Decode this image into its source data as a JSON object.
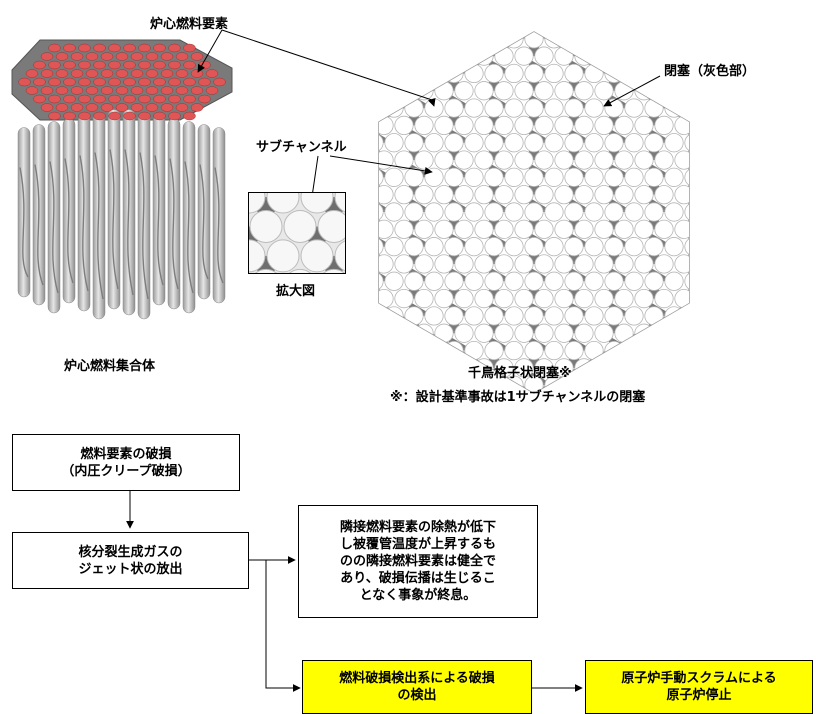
{
  "top": {
    "fuel_element_label": "炉心燃料要素",
    "blockage_label": "閉塞（灰色部）",
    "subchannel_label": "サブチャンネル",
    "zoom_label": "拡大図",
    "assembly_caption": "炉心燃料集合体",
    "lattice_caption": "千鳥格子状閉塞※",
    "footnote": "※：設計基準事故は1サブチャンネルの閉塞"
  },
  "flow": {
    "box1": "燃料要素の破損\n（内圧クリープ破損）",
    "box2": "核分裂生成ガスの\nジェット状の放出",
    "box3": "隣接燃料要素の除熱が低下\nし被覆管温度が上昇するも\nのの隣接燃料要素は健全で\nあり、破損伝播は生じるこ\nとなく事象が終息。",
    "box4": "燃料破損検出系による破損\nの検出",
    "box5": "原子炉手動スクラムによる\n原子炉停止"
  },
  "colors": {
    "pin_top": "#e05555",
    "pin_body": "#c9c9c9",
    "blockage": "#7a7a7a",
    "highlight_box": "#ffff00"
  }
}
